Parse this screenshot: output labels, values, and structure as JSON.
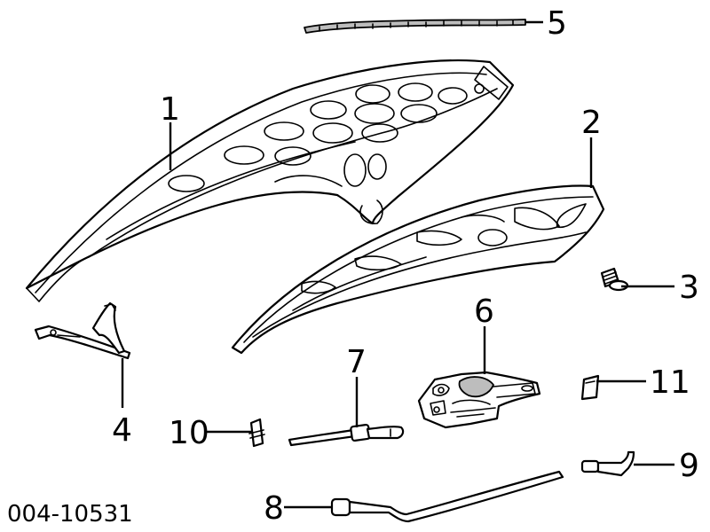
{
  "diagram": {
    "document_number": "004-10531",
    "callouts": [
      {
        "id": "1",
        "label": "1"
      },
      {
        "id": "2",
        "label": "2"
      },
      {
        "id": "3",
        "label": "3"
      },
      {
        "id": "4",
        "label": "4"
      },
      {
        "id": "5",
        "label": "5"
      },
      {
        "id": "6",
        "label": "6"
      },
      {
        "id": "7",
        "label": "7"
      },
      {
        "id": "8",
        "label": "8"
      },
      {
        "id": "9",
        "label": "9"
      },
      {
        "id": "10",
        "label": "10"
      },
      {
        "id": "11",
        "label": "11"
      }
    ]
  }
}
